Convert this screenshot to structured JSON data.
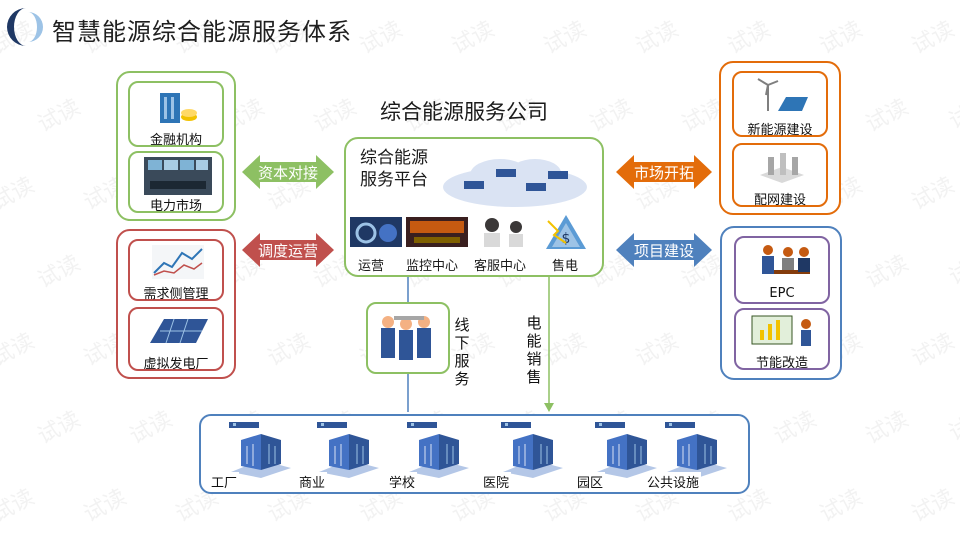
{
  "title": "智慧能源综合能源服务体系",
  "company": "综合能源服务公司",
  "platform": {
    "line1": "综合能源",
    "line2": "服务平台"
  },
  "platform_items": [
    "运营",
    "监控中心",
    "客服中心",
    "售电"
  ],
  "left_top": [
    "金融机构",
    "电力市场"
  ],
  "left_bottom": [
    "需求侧管理",
    "虚拟发电厂"
  ],
  "right_top": [
    "新能源建设",
    "配网建设"
  ],
  "right_bottom": [
    "EPC",
    "节能改造"
  ],
  "arrows": {
    "capital": "资本对接",
    "dispatch": "调度运营",
    "market": "市场开拓",
    "project": "项目建设"
  },
  "offline_service": "线下服务",
  "power_sales": "电能销售",
  "customers": [
    "工厂",
    "商业",
    "学校",
    "医院",
    "园区",
    "公共设施"
  ],
  "watermark": "试读",
  "colors": {
    "green": "#8dc063",
    "red": "#c0504d",
    "orange": "#e36c0a",
    "blue": "#4f81bd",
    "purple": "#8064a2",
    "darkblue": "#1f3864"
  }
}
